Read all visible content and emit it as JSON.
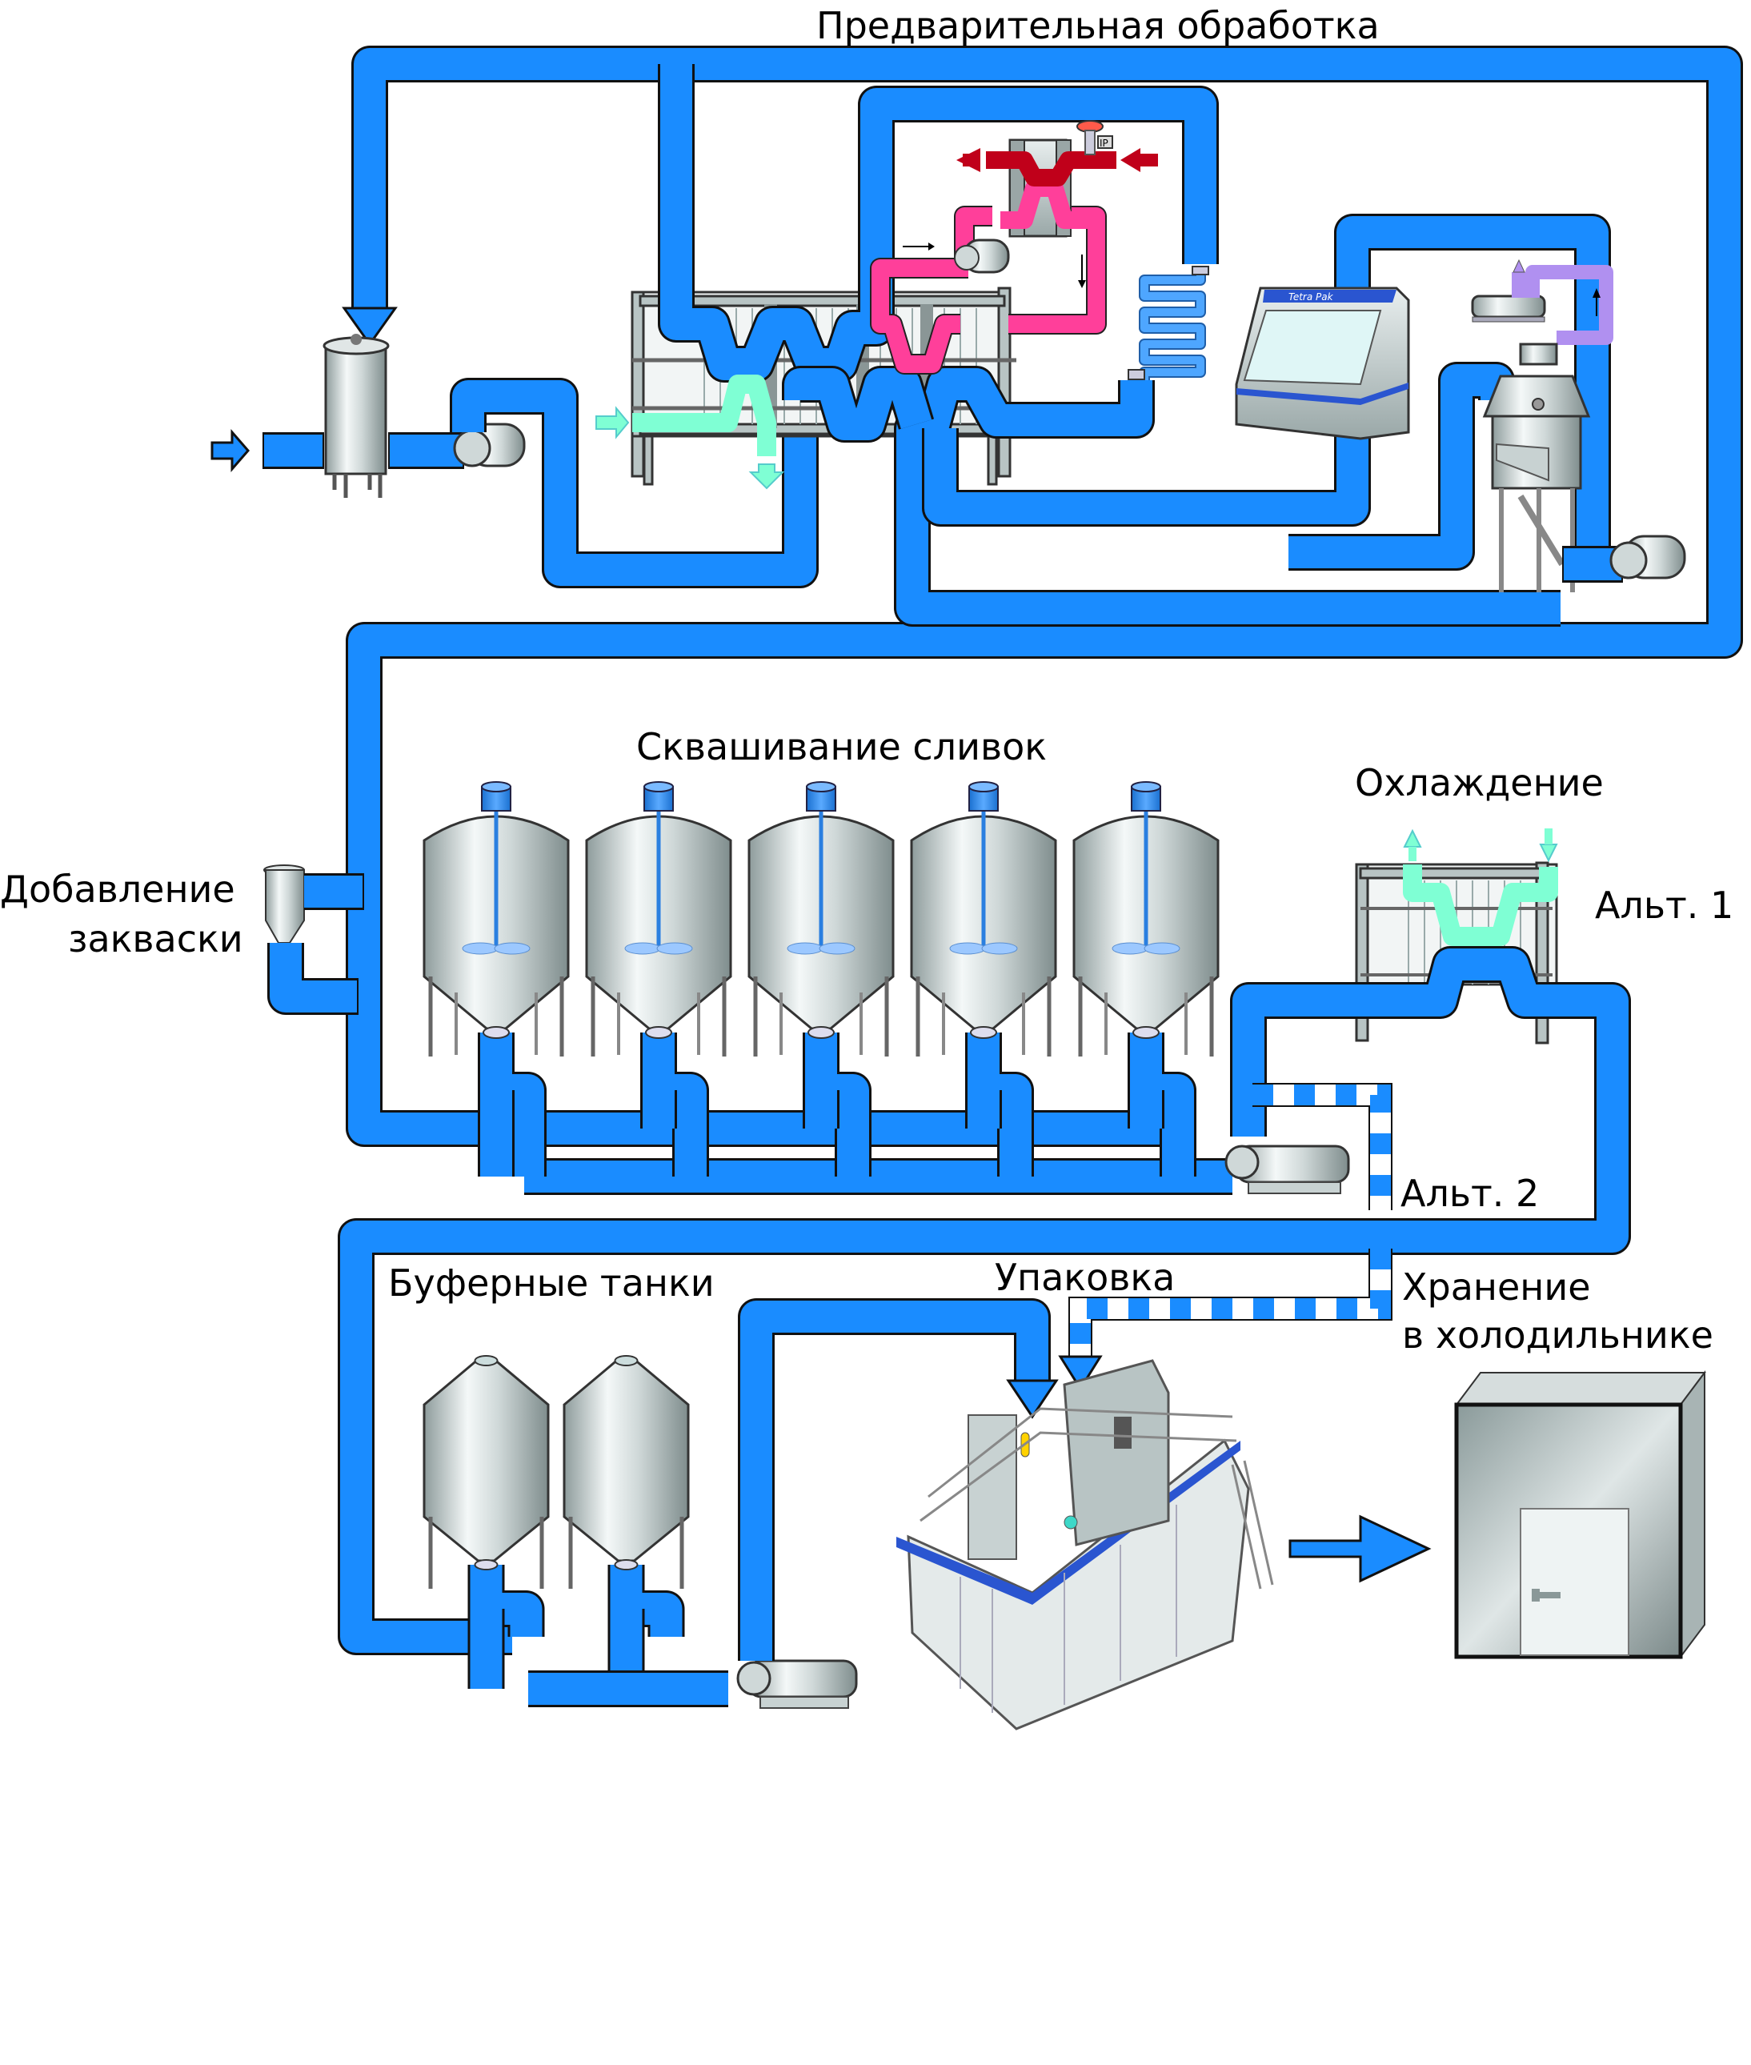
{
  "diagram": {
    "title": "Предварительная обработка",
    "sections": {
      "pretreatment": "Предварительная обработка",
      "cream_ripening": "Сквашивание сливок",
      "starter_addition_line1": "Добавление",
      "starter_addition_line2": "закваски",
      "cooling": "Охлаждение",
      "alt1": "Альт. 1",
      "alt2": "Альт. 2",
      "buffer_tanks": "Буферные танки",
      "packaging": "Упаковка",
      "cold_storage_line1": "Хранение",
      "cold_storage_line2": "в холодильнике"
    },
    "equipment_labels": {
      "brand": "Tetra Pak",
      "valve_tag": "IP"
    },
    "counts": {
      "ripening_tanks": 5,
      "buffer_tanks": 2
    },
    "colors": {
      "product_pipe": "#1a8cff",
      "hot_water_pipe": "#ff3f9a",
      "steam_pipe": "#c0001a",
      "cooling_water_pipe": "#7fffd4",
      "vacuum_pipe": "#b090f0",
      "alt_route_pipe": "#1a8cff"
    },
    "icons": {
      "inlet_arrow": "arrow-right-icon",
      "flow_arrow": "arrow-down-icon",
      "pump": "centrifugal-pump-icon",
      "heat_exchanger": "plate-heat-exchanger-icon",
      "tank": "tank-icon",
      "cold_room": "cold-room-icon"
    }
  }
}
